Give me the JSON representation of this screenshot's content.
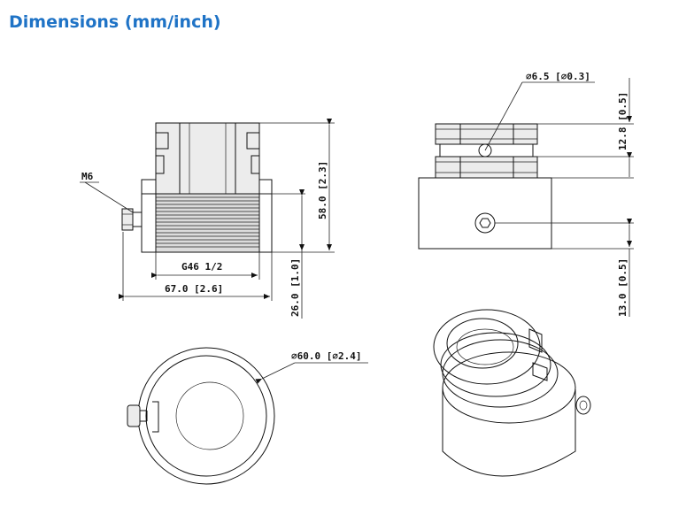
{
  "header": {
    "title": "Dimensions (mm/inch)"
  },
  "labels": {
    "screw": "M6",
    "thread": "G46 1/2",
    "width": "67.0 [2.6]",
    "height_total": "58.0 [2.3]",
    "height_base": "26.0 [1.0]",
    "hole_dia": "⌀6.5 [⌀0.3]",
    "top_height": "12.8 [0.5]",
    "lower_height": "13.0 [0.5]",
    "outer_dia": "⌀60.0 [⌀2.4]"
  },
  "colors": {
    "title": "#1f73c6"
  }
}
